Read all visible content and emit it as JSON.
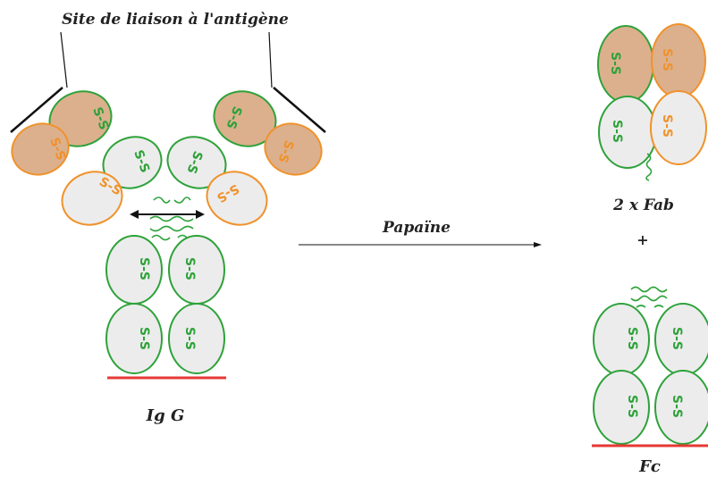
{
  "labels": {
    "antigen_site": "Site de liaison à l'antigène",
    "reaction": "Papaïne",
    "igg": "Ig G",
    "fab": "2 x Fab",
    "plus": "+",
    "fc": "Fc"
  },
  "bond_text": "S-S",
  "colors": {
    "heavy_chain": "#2ea23a",
    "light_chain": "#f0922b",
    "variable_fill": "#dcb08d",
    "constant_fill": "#ececec",
    "membrane": "#e53935",
    "line": "#111111"
  }
}
